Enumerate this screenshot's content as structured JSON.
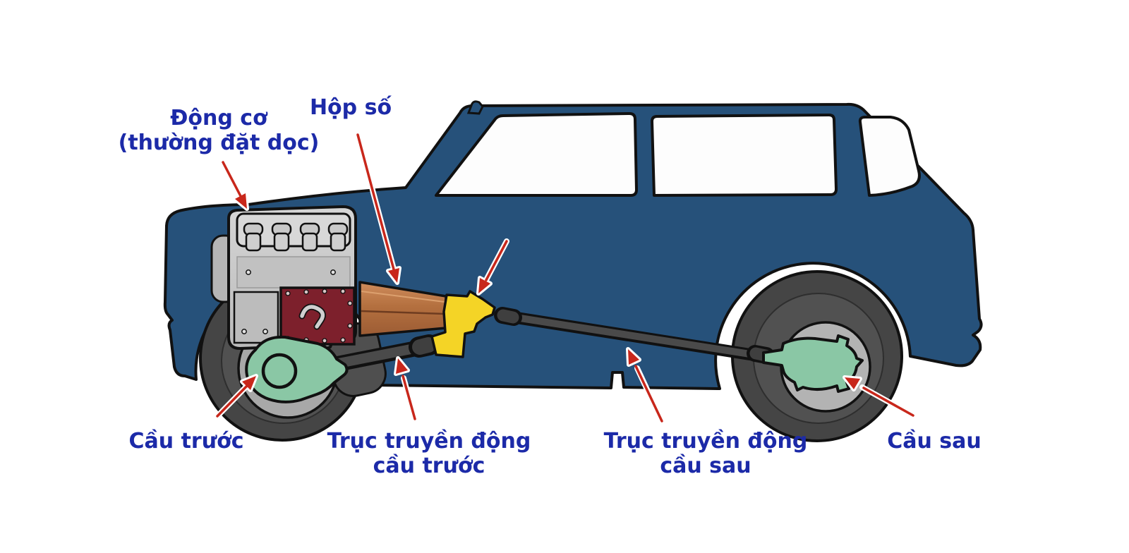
{
  "diagram": {
    "labels": {
      "engine": {
        "line1": "Động cơ",
        "line2": "(thường đặt dọc)"
      },
      "gearbox": {
        "line1": "Hộp số"
      },
      "front_axle": {
        "line1": "Cầu trước"
      },
      "front_driveshaft": {
        "line1": "Trục truyền động",
        "line2": "cầu trước"
      },
      "rear_driveshaft": {
        "line1": "Trục truyền động",
        "line2": "cầu sau"
      },
      "rear_axle": {
        "line1": "Cầu sau"
      }
    },
    "colors": {
      "background": "#ffffff",
      "car_body": "#26517a",
      "outline": "#111111",
      "label_text": "#1c2aa8",
      "arrow_red": "#c8271b",
      "engine_silver": "#c9c9c9",
      "engine_pan_red": "#7d202c",
      "gearbox_orange": "#c07646",
      "transfer_case_yellow": "#f4d426",
      "differential_green": "#8ac7a5",
      "tire_dark": "#454545",
      "hub_gray": "#a8a8a8",
      "shaft_dark": "#4a4a4a",
      "window_white": "#fdfdfd"
    }
  }
}
